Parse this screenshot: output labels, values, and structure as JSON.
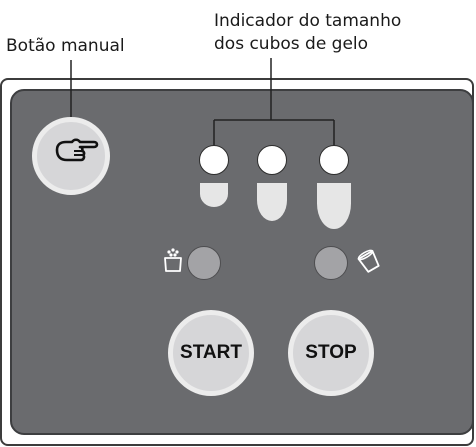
{
  "callouts": {
    "manual_button": "Botão manual",
    "indicator_line1": "Indicador do tamanho",
    "indicator_line2": "dos cubos de gelo"
  },
  "buttons": {
    "start_label": "START",
    "stop_label": "STOP"
  },
  "icons": {
    "manual": "pointing-hand-icon",
    "bin_full": "full-bucket-icon",
    "bin_empty": "empty-bucket-icon"
  },
  "colors": {
    "panel": "#6a6b6e",
    "button_face": "#d6d6d8",
    "button_ring": "#ececec",
    "led_on": "#ffffff",
    "status_led": "#a3a3a6"
  }
}
